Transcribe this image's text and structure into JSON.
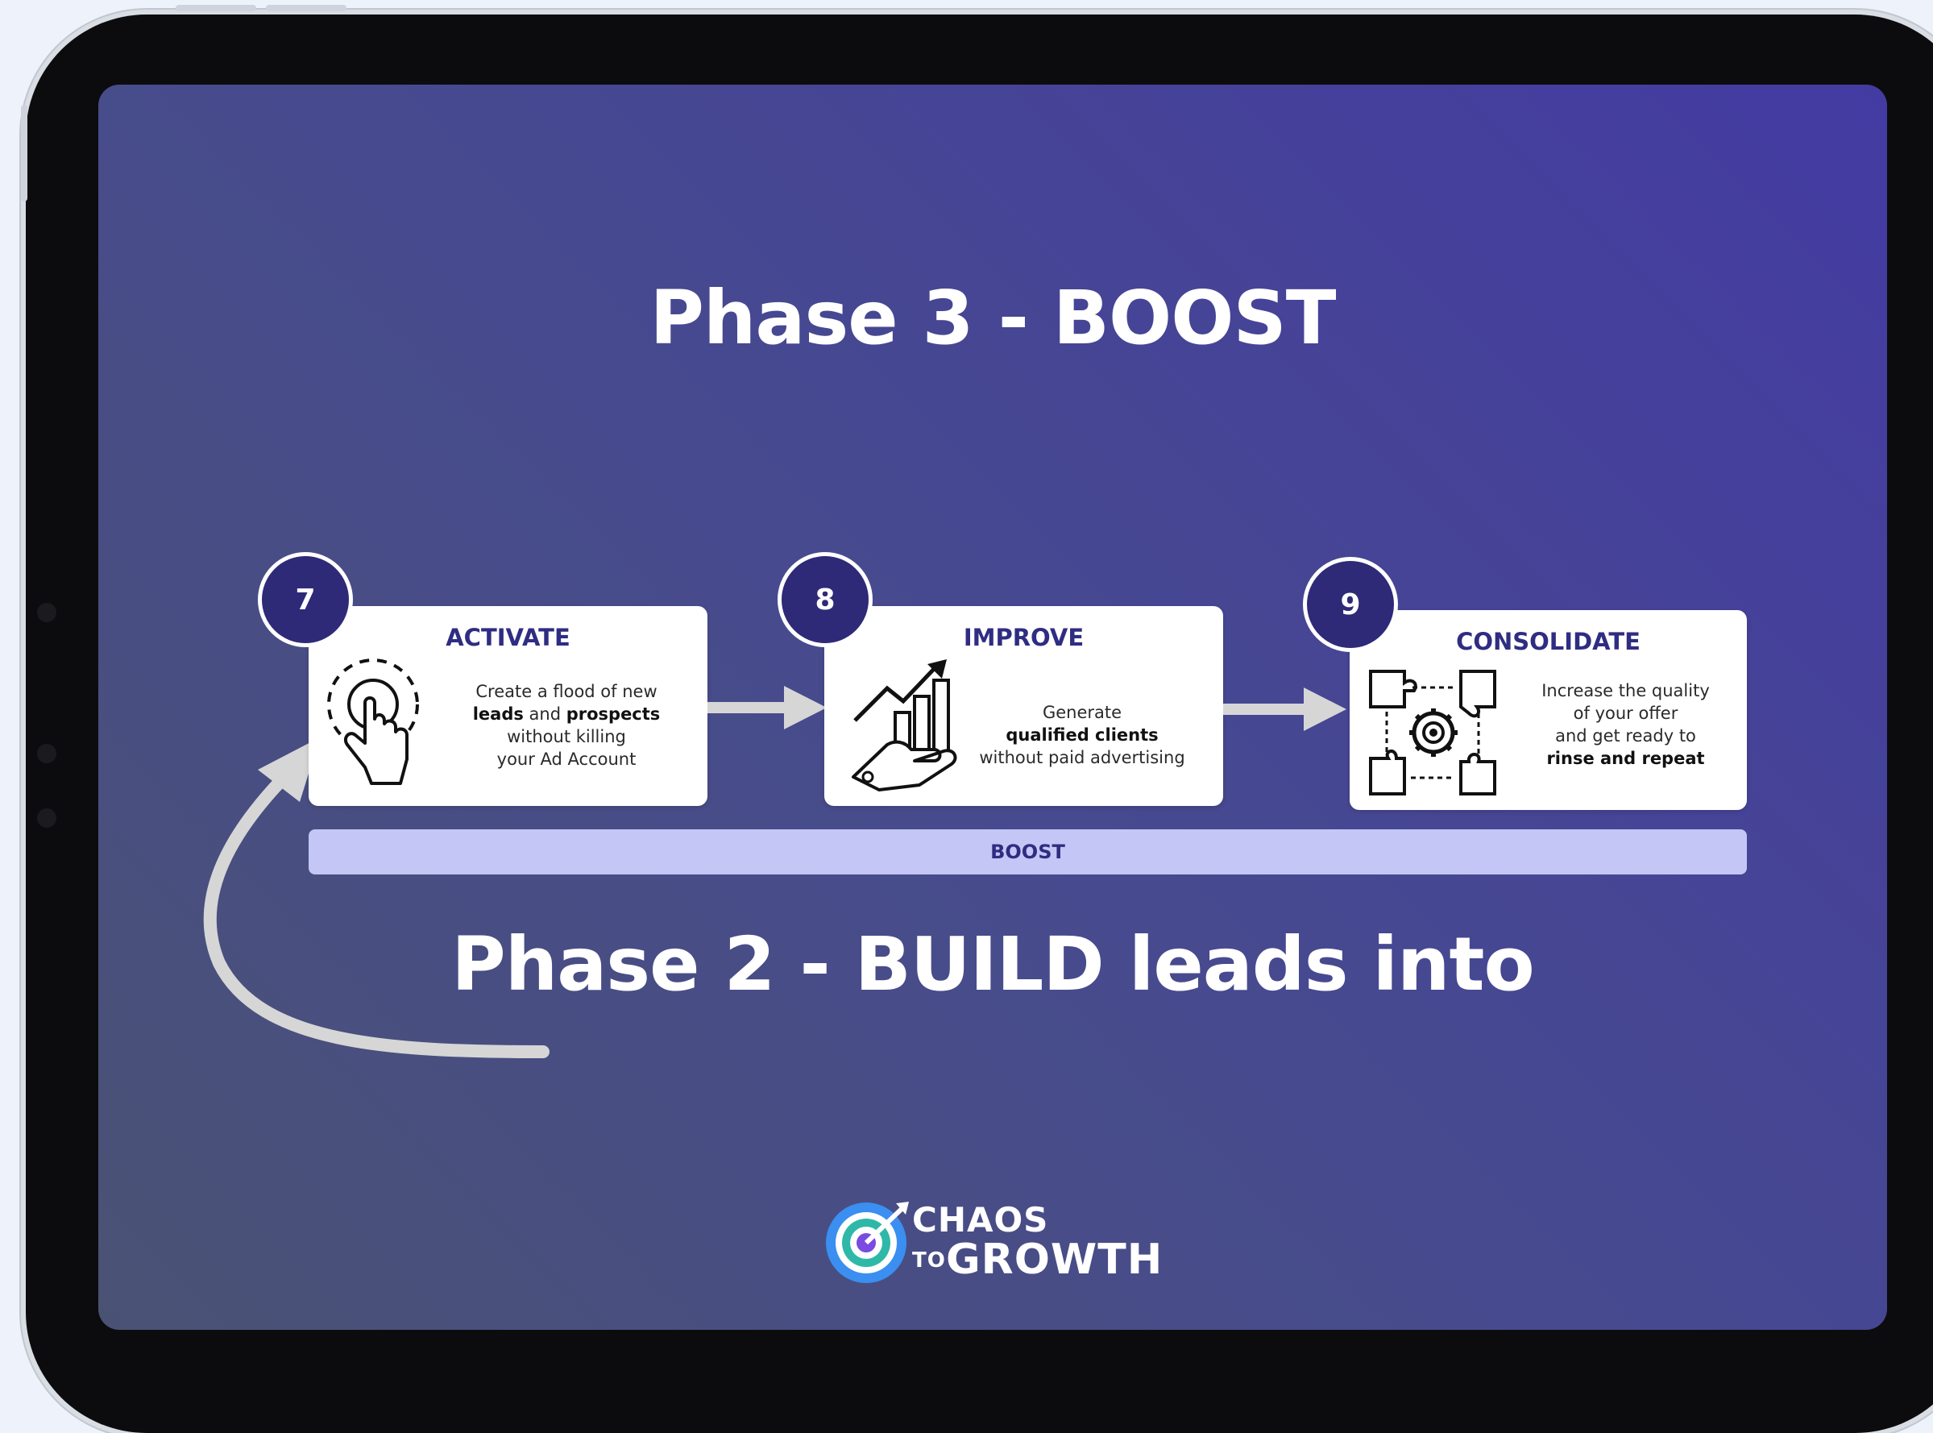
{
  "slide": {
    "heading_top": "Phase 3 - BOOST",
    "heading_bottom": "Phase 2 - BUILD leads into",
    "bar_label": "BOOST"
  },
  "steps": [
    {
      "number": "7",
      "title": "ACTIVATE",
      "line1": "Create a flood of new",
      "line2_a": "leads",
      "line2_b": " and ",
      "line2_c": "prospects",
      "line3": "without killing",
      "line4": "your Ad Account",
      "icon": "tap-hand-icon"
    },
    {
      "number": "8",
      "title": "IMPROVE",
      "line1": "Generate",
      "line2": "qualified clients",
      "line3": "without paid advertising",
      "icon": "growth-chart-hand-icon"
    },
    {
      "number": "9",
      "title": "CONSOLIDATE",
      "line1": "Increase the quality",
      "line2": "of your offer",
      "line3": "and get ready to",
      "line4": "rinse and repeat",
      "icon": "puzzle-gear-icon"
    }
  ],
  "logo": {
    "word1": "CHAOS",
    "word2": "TO",
    "word3": "GROWTH"
  },
  "colors": {
    "accent": "#2e2a78",
    "title_text": "#2f2d82",
    "bar": "#c4c6f5",
    "arrow": "#d6d6d6"
  }
}
